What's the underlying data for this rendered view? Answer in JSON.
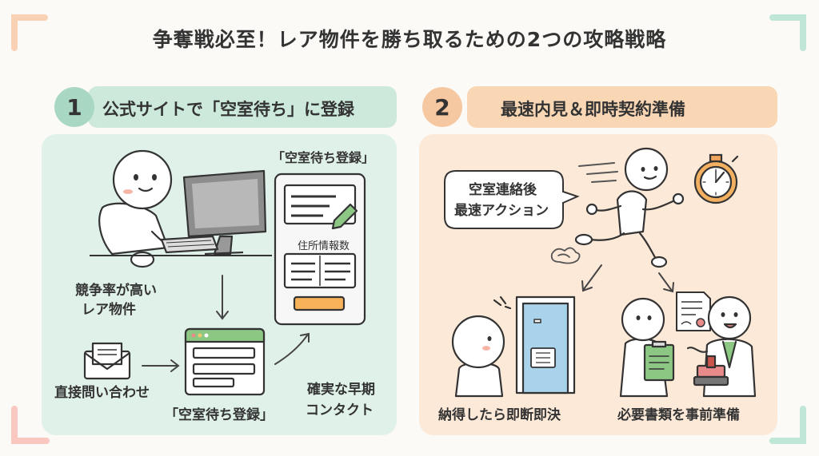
{
  "title": "争奪戦必至！レア物件を勝ち取るための2つの攻略戦略",
  "strategy1": {
    "number": "1",
    "heading": "公式サイトで「空室待ち」に登録",
    "form_title": "「空室待ち登録」",
    "form_field_label": "住所情報数",
    "rare_label_line1": "競争率が高い",
    "rare_label_line2": "レア物件",
    "inquiry_label": "直接問い合わせ",
    "registration_label": "「空室待ち登録」",
    "contact_label_line1": "確実な早期",
    "contact_label_line2": "コンタクト"
  },
  "strategy2": {
    "number": "2",
    "heading": "最速内見＆即時契約準備",
    "bubble_line1": "空室連絡後",
    "bubble_line2": "最速アクション",
    "decide_label": "納得したら即断即決",
    "docs_label": "必要書類を事前準備"
  },
  "colors": {
    "panel1": "#dff1e8",
    "panel2": "#fde9d8",
    "header1": "#cde9dc",
    "header2": "#f9d6b4",
    "accent_green": "#a8d8c3",
    "accent_orange": "#f6c8a1",
    "door_blue": "#a9d3ea",
    "button_orange": "#f7b25a"
  }
}
